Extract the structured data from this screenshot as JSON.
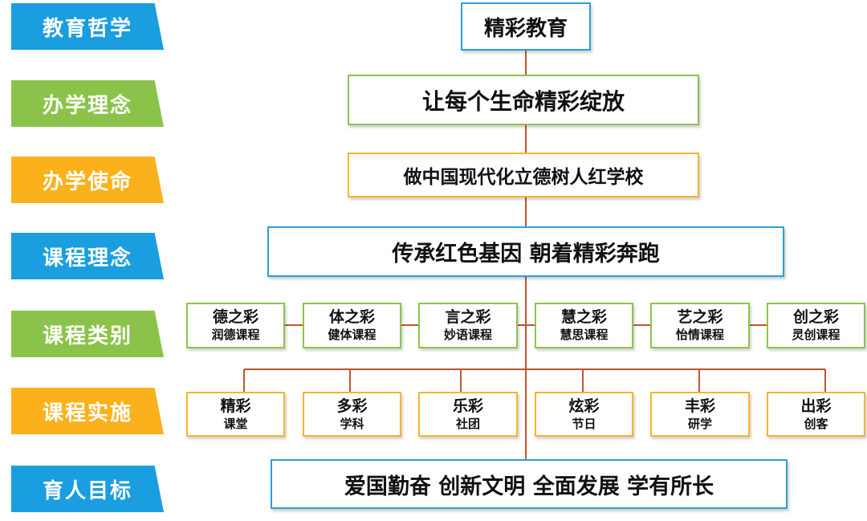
{
  "colors": {
    "blue": "#1a9ee0",
    "green": "#8bc34a",
    "orange": "#fbb11b",
    "line": "#c0562f"
  },
  "labels": [
    {
      "text": "教育哲学",
      "color": "blue"
    },
    {
      "text": "办学理念",
      "color": "green"
    },
    {
      "text": "办学使命",
      "color": "orange"
    },
    {
      "text": "课程理念",
      "color": "blue"
    },
    {
      "text": "课程类别",
      "color": "green"
    },
    {
      "text": "课程实施",
      "color": "orange"
    },
    {
      "text": "育人目标",
      "color": "blue"
    }
  ],
  "philosophy": "精彩教育",
  "concept": "让每个生命精彩绽放",
  "mission": "做中国现代化立德树人红学校",
  "curriculum_concept": "传承红色基因 朝着精彩奔跑",
  "categories": [
    {
      "title": "德之彩",
      "sub": "润德课程"
    },
    {
      "title": "体之彩",
      "sub": "健体课程"
    },
    {
      "title": "言之彩",
      "sub": "妙语课程"
    },
    {
      "title": "慧之彩",
      "sub": "慧思课程"
    },
    {
      "title": "艺之彩",
      "sub": "怡情课程"
    },
    {
      "title": "创之彩",
      "sub": "灵创课程"
    }
  ],
  "implementation": [
    {
      "title": "精彩",
      "sub": "课堂"
    },
    {
      "title": "多彩",
      "sub": "学科"
    },
    {
      "title": "乐彩",
      "sub": "社团"
    },
    {
      "title": "炫彩",
      "sub": "节日"
    },
    {
      "title": "丰彩",
      "sub": "研学"
    },
    {
      "title": "出彩",
      "sub": "创客"
    }
  ],
  "goal": "爱国勤奋 创新文明 全面发展 学有所长"
}
